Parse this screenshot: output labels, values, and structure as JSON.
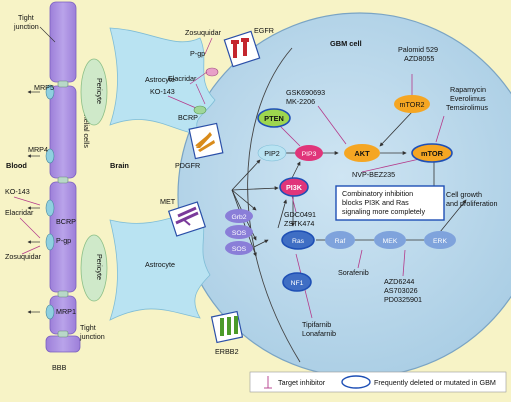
{
  "title": "GBM cell",
  "regions": {
    "blood": "Blood",
    "brain": "Brain",
    "endothelial": "Endothelial cells",
    "bbb": "BBB"
  },
  "bbb_side": {
    "tight_junction_top": [
      "Tight",
      "junction"
    ],
    "tight_junction_bottom": [
      "Tight",
      "junction"
    ],
    "mrp5": "MRP5",
    "mrp4": "MRP4",
    "bcrp": "BCRP",
    "pgp": "P-gp",
    "mrp1": "MRP1",
    "ko143": "KO-143",
    "elacridar": "Elacridar",
    "zosuquidar": "Zosuquidar"
  },
  "middle": {
    "pericyte_top": "Pericyte",
    "pericyte_bottom": "Pericyte",
    "astrocyte_top": "Astrocyte",
    "astrocyte_bottom": "Astrocyte",
    "zosuquidar": "Zosuquidar",
    "pgp": "P-gp",
    "elacridar": "Elacridar",
    "ko143": "KO-143",
    "bcrp": "BCRP"
  },
  "receptors": {
    "egfr": "EGFR",
    "pdgfr": "PDGFR",
    "met": "MET",
    "erbb2": "ERBB2"
  },
  "nodes": {
    "pten": "PTEN",
    "pip2": "PIP2",
    "pip3": "PIP3",
    "akt": "AKT",
    "mtor2": "mTOR2",
    "mtor": "mTOR",
    "pi3k": "PI3K",
    "grb2": "Grb2",
    "sos1": "SOS",
    "sos2": "SOS",
    "ras": "Ras",
    "raf": "Raf",
    "mek": "MEK",
    "erk": "ERK",
    "nf1": "NF1"
  },
  "inhibitors": {
    "gsk": [
      "GSK690693",
      "MK-2206"
    ],
    "palomid": [
      "Palomid 529",
      "AZD8055"
    ],
    "rapamycin": [
      "Rapamycin",
      "Everolimus",
      "Temsirolimus"
    ],
    "nvp": "NVP-BEZ235",
    "gdc": [
      "GDC0491",
      "ZSTK474"
    ],
    "sorafenib": "Sorafenib",
    "azd": [
      "AZD6244",
      "AS703026",
      "PD0325901"
    ],
    "tipifarnib": [
      "Tipifarnib",
      "Lonafarnib"
    ]
  },
  "note": [
    "Combinatory inhibition",
    "blocks PI3K and Ras",
    "signaling more completely"
  ],
  "outcome": [
    "Cell growth",
    "and proliferation"
  ],
  "legend": {
    "target_inhibitor": "Target inhibitor",
    "deleted_mutated": "Frequently deleted or mutated in GBM"
  },
  "colors": {
    "background": "#f7f3c6",
    "cell": "#c2dced",
    "endothelial": "#a98fdf",
    "astrocyte": "#b9e3f2",
    "pericyte": "#cfe9c9",
    "node_pink": "#e0357a",
    "node_orange": "#f5a623",
    "node_purple": "#8a7ed8",
    "node_blue": "#3f6ec4",
    "node_green": "#9ed64e",
    "highlight_ring": "#1e4fb5"
  }
}
